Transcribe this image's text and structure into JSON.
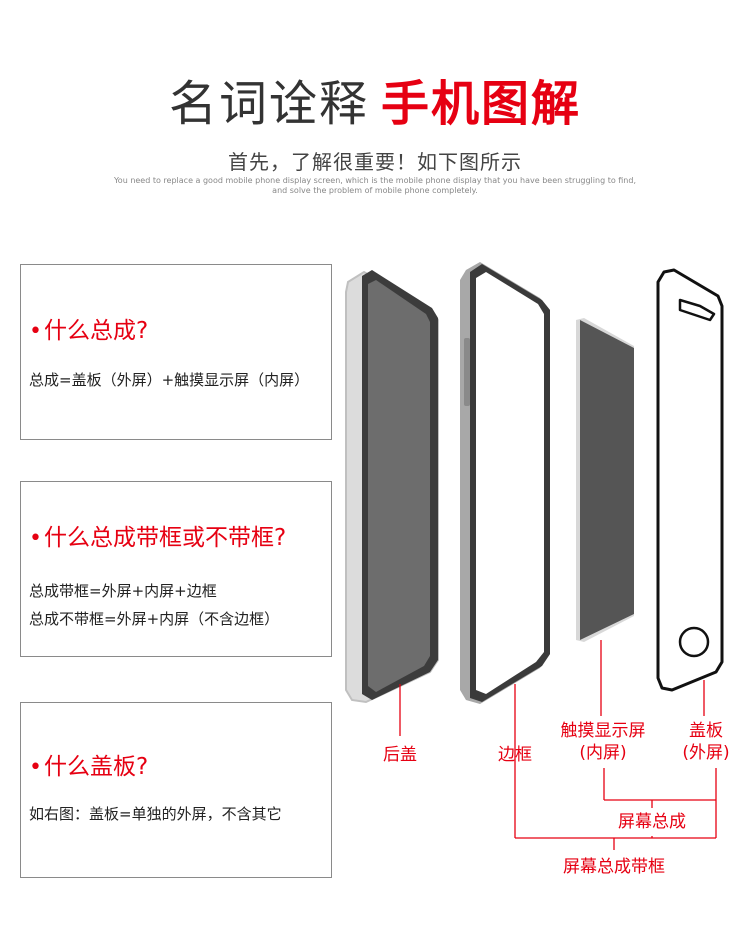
{
  "header": {
    "title_plain": "名词诠释",
    "title_red": "手机图解",
    "subtitle": "首先，了解很重要！如下图所示",
    "english_line1": "You need to replace a good mobile phone display screen, which is the mobile phone display that you have been struggling to find,",
    "english_line2": "and solve the problem of mobile phone completely."
  },
  "boxes": [
    {
      "question": "什么总成?",
      "answers": [
        "总成=盖板（外屏）+触摸显示屏（内屏）"
      ]
    },
    {
      "question": "什么总成带框或不带框?",
      "answers": [
        "总成带框=外屏+内屏+边框",
        "总成不带框=外屏+内屏（不含边框）"
      ]
    },
    {
      "question": "什么盖板?",
      "answers": [
        "如右图：盖板=单独的外屏，不含其它"
      ]
    }
  ],
  "bullet": "•",
  "labels": {
    "back_cover": "后盖",
    "frame": "边框",
    "touch_line1": "触摸显示屏",
    "touch_line2": "(内屏)",
    "cover_line1": "盖板",
    "cover_line2": "(外屏)",
    "screen_assembly": "屏幕总成",
    "screen_assembly_frame": "屏幕总成带框"
  },
  "colors": {
    "accent": "#e60012",
    "panel": "#555555",
    "frame": "#9e9e9e"
  }
}
